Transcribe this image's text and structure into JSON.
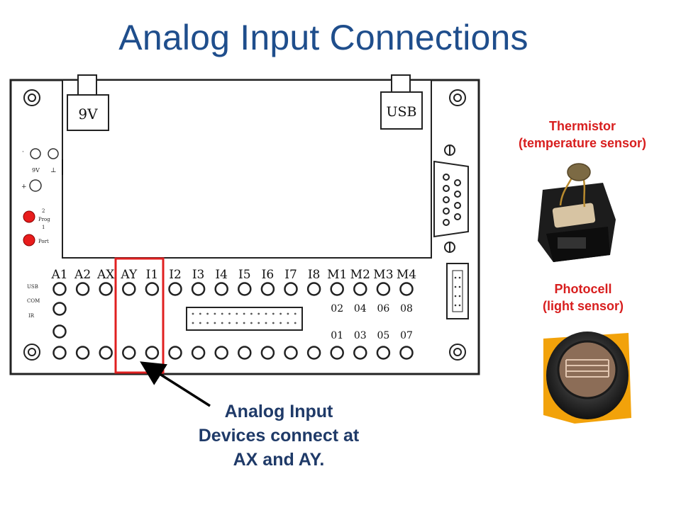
{
  "title": "Analog Input Connections",
  "board": {
    "power_jack_label": "9V",
    "usb_label": "USB",
    "input_labels": [
      "A1",
      "A2",
      "AX",
      "AY",
      "I1",
      "I2",
      "I3",
      "I4",
      "I5",
      "I6",
      "I7",
      "I8",
      "M1",
      "M2",
      "M3",
      "M4"
    ],
    "motor_upper_labels": [
      "02",
      "04",
      "06",
      "08"
    ],
    "motor_lower_labels": [
      "01",
      "03",
      "05",
      "07"
    ],
    "small_labels": {
      "battery_9v": "9V",
      "battery_minus": "⊥",
      "prog_2": "2",
      "prog": "Prog",
      "prog_1": "1",
      "port": "Port",
      "usb": "USB",
      "com": "COM",
      "ir": "IR"
    }
  },
  "thermistor": {
    "line1": "Thermistor",
    "line2": "(temperature sensor)"
  },
  "photocell": {
    "line1": "Photocell",
    "line2": "(light sensor)"
  },
  "callout": {
    "line1": "Analog Input",
    "line2": "Devices connect at",
    "line3": "AX and AY."
  },
  "colors": {
    "title": "#1f4e8c",
    "sensor_label": "#d81e1e",
    "highlight_box": "#e02020",
    "callout_text": "#1f3a68",
    "led": "#e81c1c"
  }
}
